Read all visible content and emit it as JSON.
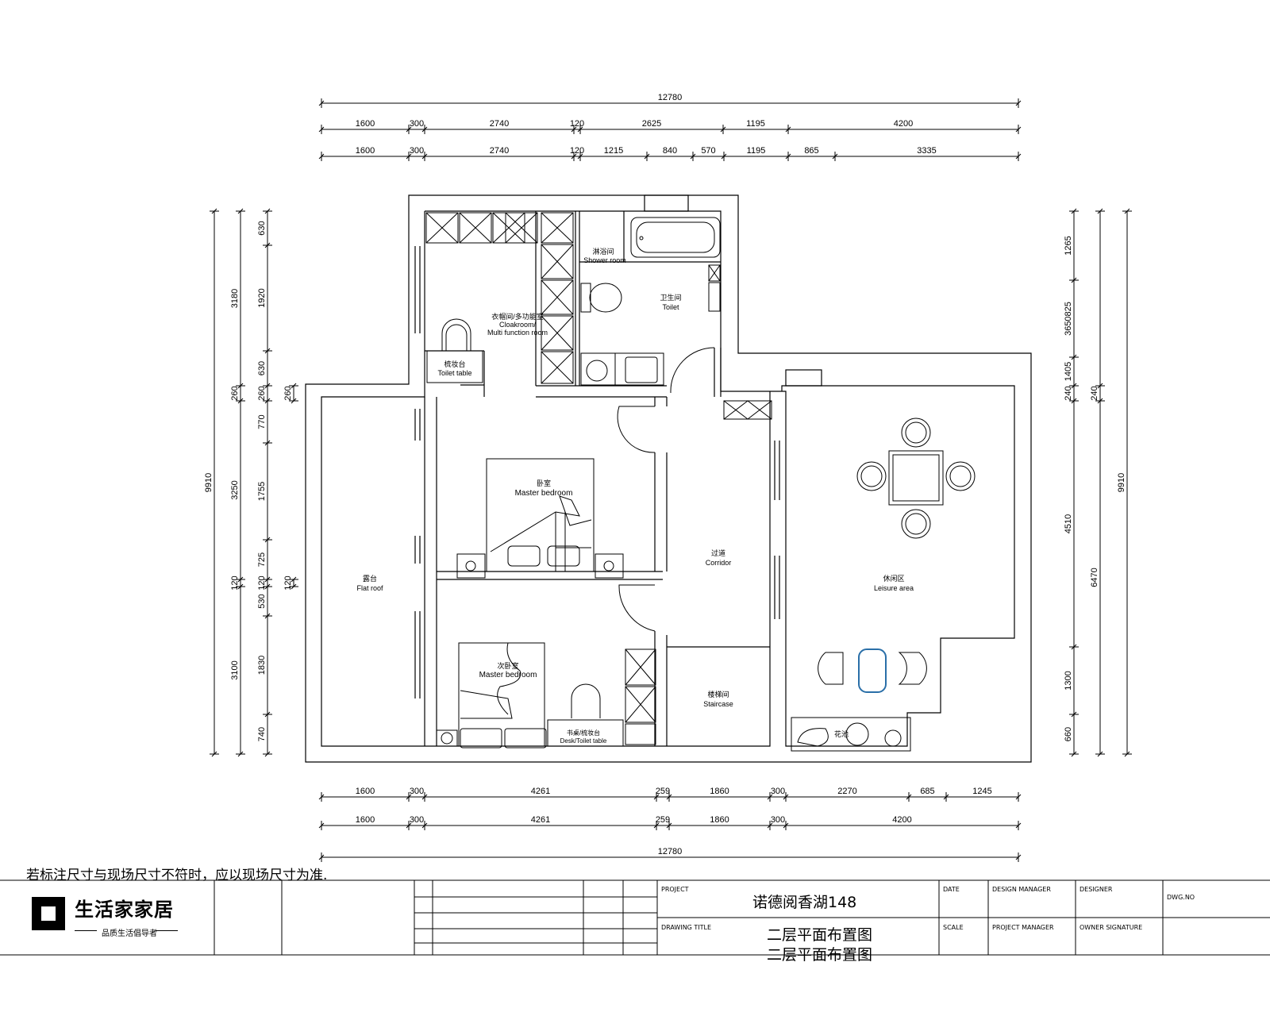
{
  "dimensions": {
    "top_overall": "12780",
    "top_row1": [
      "1600",
      "300",
      "2740",
      "120",
      "2625",
      "1195",
      "4200"
    ],
    "top_row2": [
      "1600",
      "300",
      "2740",
      "120",
      "1215",
      "840",
      "570",
      "1195",
      "865",
      "3335"
    ],
    "bottom_row1": [
      "1600",
      "300",
      "4261",
      "259",
      "1860",
      "300",
      "2270",
      "685",
      "1245"
    ],
    "bottom_row2": [
      "1600",
      "300",
      "4261",
      "259",
      "1860",
      "300",
      "4200"
    ],
    "bottom_overall": "12780",
    "left_outer": "9910",
    "left_mid": [
      "3180",
      "260",
      "3250",
      "120",
      "3100"
    ],
    "left_inner": [
      "630",
      "1920",
      "630",
      "260",
      "770",
      "1755",
      "725",
      "120",
      "530",
      "1830",
      "740"
    ],
    "left_extra": [
      "260",
      "120"
    ],
    "right_inner": [
      "1265",
      "1405",
      "240",
      "4510",
      "1300",
      "660"
    ],
    "right_mid": [
      "240",
      "6470"
    ],
    "right_outer": [
      "9910"
    ],
    "right_stack": "3650825"
  },
  "rooms": {
    "cloakroom": {
      "zh": "衣帽间/多功能室",
      "en1": "Cloakroom/",
      "en2": "Multi function room"
    },
    "toilet_table_top": {
      "zh": "梳妆台",
      "en": "Toilet table"
    },
    "shower": {
      "zh": "淋浴间",
      "en": "Shower room"
    },
    "toilet": {
      "zh": "卫生间",
      "en": "Toilet"
    },
    "master_bedroom": {
      "zh": "卧室",
      "en": "Master bedroom"
    },
    "second_bedroom": {
      "zh": "次卧室",
      "en": "Master bedroom"
    },
    "desk": {
      "zh": "书桌/梳妆台",
      "en": "Desk/Toilet table"
    },
    "platform": {
      "zh": "露台",
      "en": "Flat roof"
    },
    "corridor": {
      "zh": "过道",
      "en": "Corridor"
    },
    "staircase": {
      "zh": "楼梯间",
      "en": "Staircase"
    },
    "leisure": {
      "zh": "休闲区",
      "en": "Leisure area"
    },
    "planter": "花池"
  },
  "note": "若标注尺寸与现场尺寸不符时，应以现场尺寸为准.",
  "title_block": {
    "brand": "生活家家居",
    "slogan": "品质生活倡导者",
    "project_label": "PROJECT",
    "project_name": "诺德阅香湖148",
    "drawing_title_label": "DRAWING TITLE",
    "drawing_title": "二层平面布置图",
    "date_label": "DATE",
    "scale_label": "SCALE",
    "design_manager_label": "DESIGN MANAGER",
    "project_manager_label": "PROJECT MANAGER",
    "designer_label": "DESIGNER",
    "owner_signature_label": "OWNER SIGNATURE",
    "dwg_no_label": "DWG.NO"
  }
}
